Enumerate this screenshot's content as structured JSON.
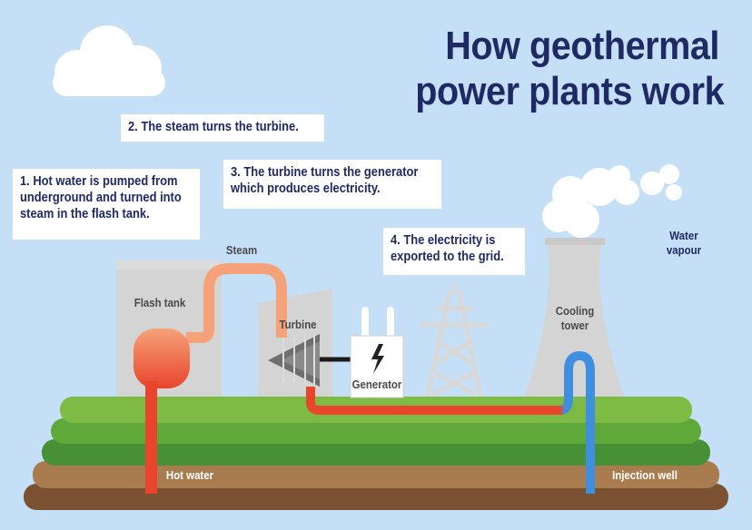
{
  "title": {
    "line1": "How geothermal",
    "line2": "power plants work"
  },
  "steps": {
    "s1": {
      "line1": "1. Hot water is pumped from",
      "line2": "underground and turned into",
      "line3": "steam in the flash tank."
    },
    "s2": {
      "line1": "2. The steam turns the turbine."
    },
    "s3": {
      "line1": "3. The turbine turns the generator",
      "line2": "which produces electricity."
    },
    "s4": {
      "line1": "4. The electricity is",
      "line2": "exported to the grid."
    }
  },
  "labels": {
    "steam": "Steam",
    "flash_tank": "Flash tank",
    "turbine": "Turbine",
    "generator": "Generator",
    "cooling_tower_1": "Cooling",
    "cooling_tower_2": "tower",
    "water_vapour_1": "Water",
    "water_vapour_2": "vapour",
    "hot_water": "Hot water",
    "injection_well": "Injection well"
  },
  "icons": [
    "cloud-icon",
    "steam-cloud-icon",
    "lightning-icon",
    "transmission-tower-icon"
  ],
  "colors": {
    "sky": "#c5e0f6",
    "title_text": "#1f2a64",
    "hot_pipe": "#e8452c",
    "steam_pipe": "#f5a27a",
    "cold_pipe": "#3f8fe0",
    "building": "#d4d4d4",
    "grass_light": "#7dbb44",
    "grass_mid": "#5fa83a",
    "grass_dark": "#479035",
    "soil_light": "#a97c4f",
    "soil_dark": "#7a5232"
  }
}
